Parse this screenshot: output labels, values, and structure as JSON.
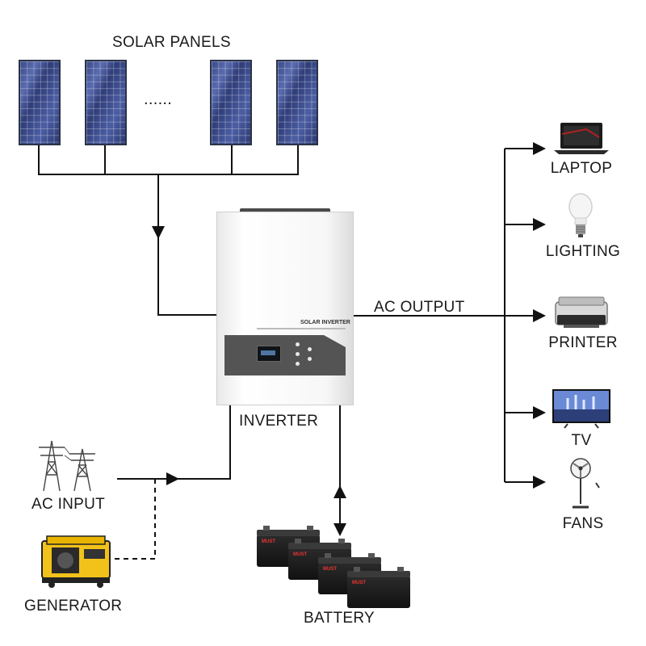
{
  "labels": {
    "solar_panels": "SOLAR PANELS",
    "dots": "......",
    "inverter": "INVERTER",
    "ac_output": "AC OUTPUT",
    "ac_input": "AC INPUT",
    "generator": "GENERATOR",
    "battery": "BATTERY",
    "laptop": "LAPTOP",
    "lighting": "LIGHTING",
    "printer": "PRINTER",
    "tv": "TV",
    "fans": "FANS"
  },
  "inverter_face": {
    "brand": "SOLAR INVERTER"
  },
  "battery_brand": "MUST",
  "icons": [
    "solar-panel-icon",
    "inverter-icon",
    "power-tower-icon",
    "generator-icon",
    "battery-icon",
    "laptop-icon",
    "bulb-icon",
    "printer-icon",
    "tv-icon",
    "fan-icon"
  ],
  "colors": {
    "wire": "#111111",
    "panel": "#3a4a86",
    "inverter_band": "#545454"
  }
}
